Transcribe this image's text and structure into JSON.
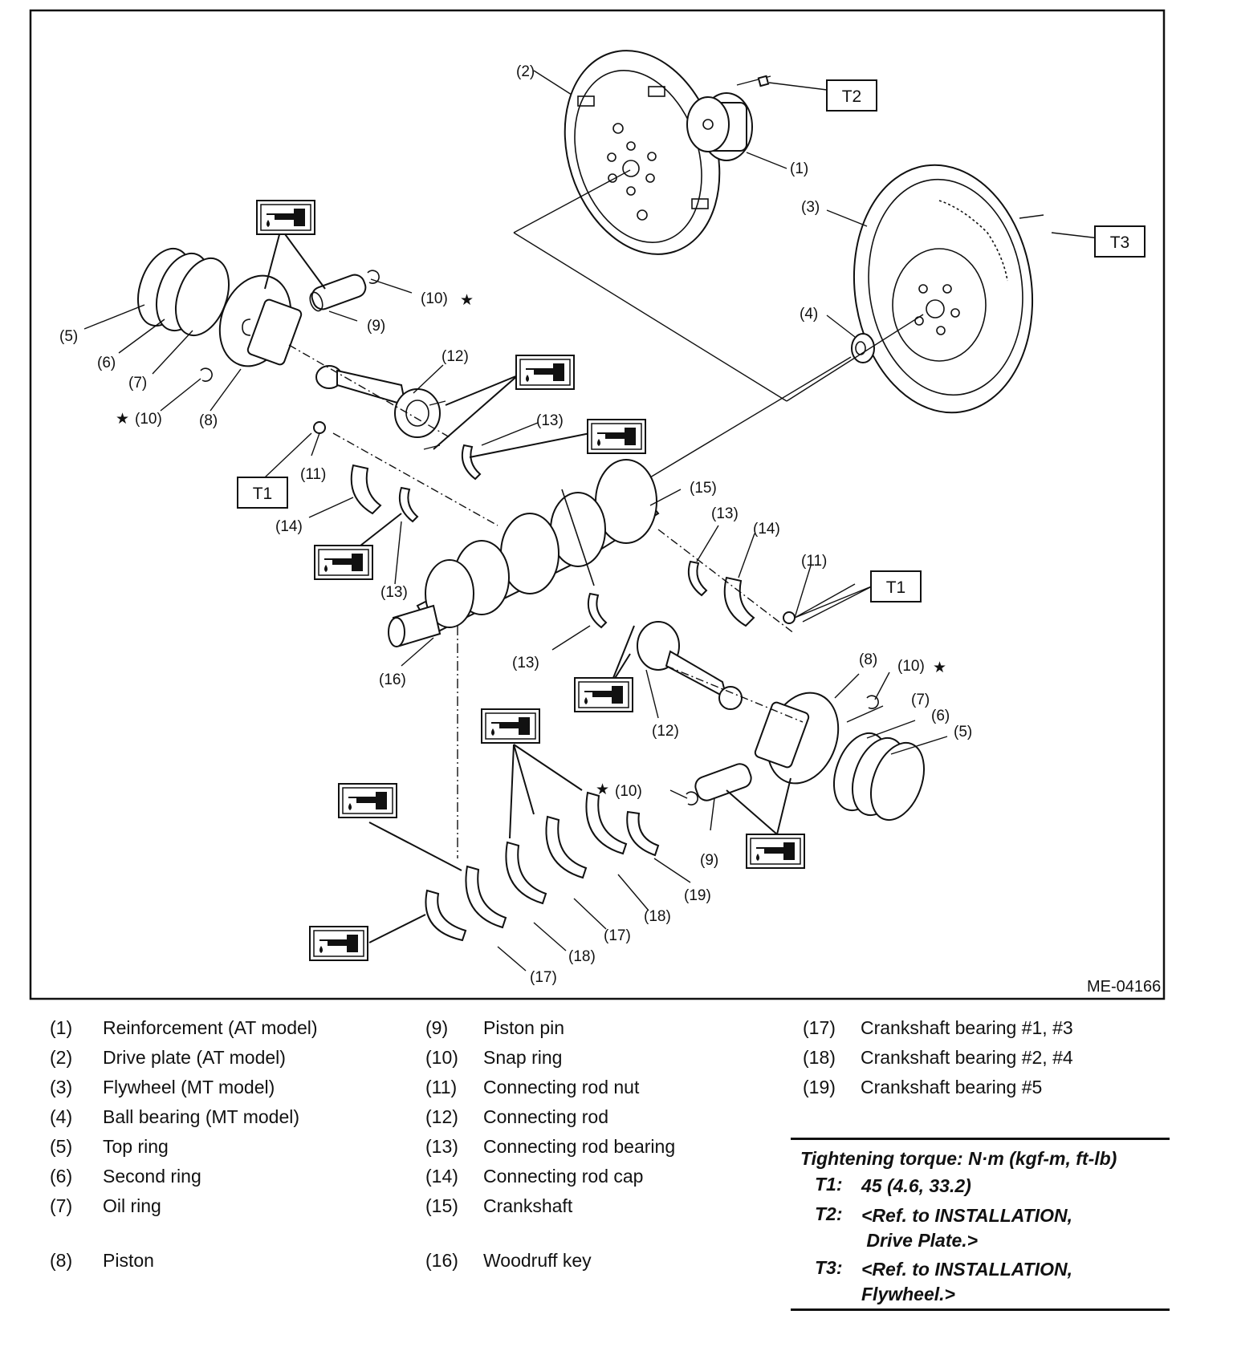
{
  "figure": {
    "id": "ME-04166",
    "callouts": {
      "c1": "(1)",
      "c2": "(2)",
      "c3": "(3)",
      "c4": "(4)",
      "c5": "(5)",
      "c6": "(6)",
      "c7": "(7)",
      "c8": "(8)",
      "c9": "(9)",
      "c10": "(10)",
      "c11": "(11)",
      "c12": "(12)",
      "c13": "(13)",
      "c14": "(14)",
      "c15": "(15)",
      "c16": "(16)",
      "c17": "(17)",
      "c18": "(18)",
      "c19": "(19)"
    },
    "torque_boxes": {
      "t1": "T1",
      "t2": "T2",
      "t3": "T3"
    },
    "star_symbol": "★",
    "oil_icon": "oil-can-icon"
  },
  "legend": {
    "col_a": [
      {
        "num": "(1)",
        "text": "Reinforcement (AT model)"
      },
      {
        "num": "(2)",
        "text": "Drive plate (AT model)"
      },
      {
        "num": "(3)",
        "text": "Flywheel (MT model)"
      },
      {
        "num": "(4)",
        "text": "Ball bearing (MT model)"
      },
      {
        "num": "(5)",
        "text": "Top ring"
      },
      {
        "num": "(6)",
        "text": "Second ring"
      },
      {
        "num": "(7)",
        "text": "Oil ring"
      },
      {
        "num": "(8)",
        "text": "Piston"
      }
    ],
    "col_b": [
      {
        "num": "(9)",
        "text": "Piston pin"
      },
      {
        "num": "(10)",
        "text": "Snap ring"
      },
      {
        "num": "(11)",
        "text": "Connecting rod nut"
      },
      {
        "num": "(12)",
        "text": "Connecting rod"
      },
      {
        "num": "(13)",
        "text": "Connecting rod bearing"
      },
      {
        "num": "(14)",
        "text": "Connecting rod cap"
      },
      {
        "num": "(15)",
        "text": "Crankshaft"
      },
      {
        "num": "(16)",
        "text": "Woodruff key"
      }
    ],
    "col_c": [
      {
        "num": "(17)",
        "text": "Crankshaft bearing #1, #3"
      },
      {
        "num": "(18)",
        "text": "Crankshaft bearing #2, #4"
      },
      {
        "num": "(19)",
        "text": "Crankshaft bearing #5"
      }
    ]
  },
  "torque": {
    "title": "Tightening torque: N·m (kgf-m, ft-lb)",
    "rows": [
      {
        "key": "T1:",
        "value": "45 (4.6, 33.2)"
      },
      {
        "key": "T2:",
        "value": "<Ref. to INSTALLATION,\n Drive Plate.>"
      },
      {
        "key": "T3:",
        "value": "<Ref. to INSTALLATION,\nFlywheel.>"
      }
    ]
  }
}
